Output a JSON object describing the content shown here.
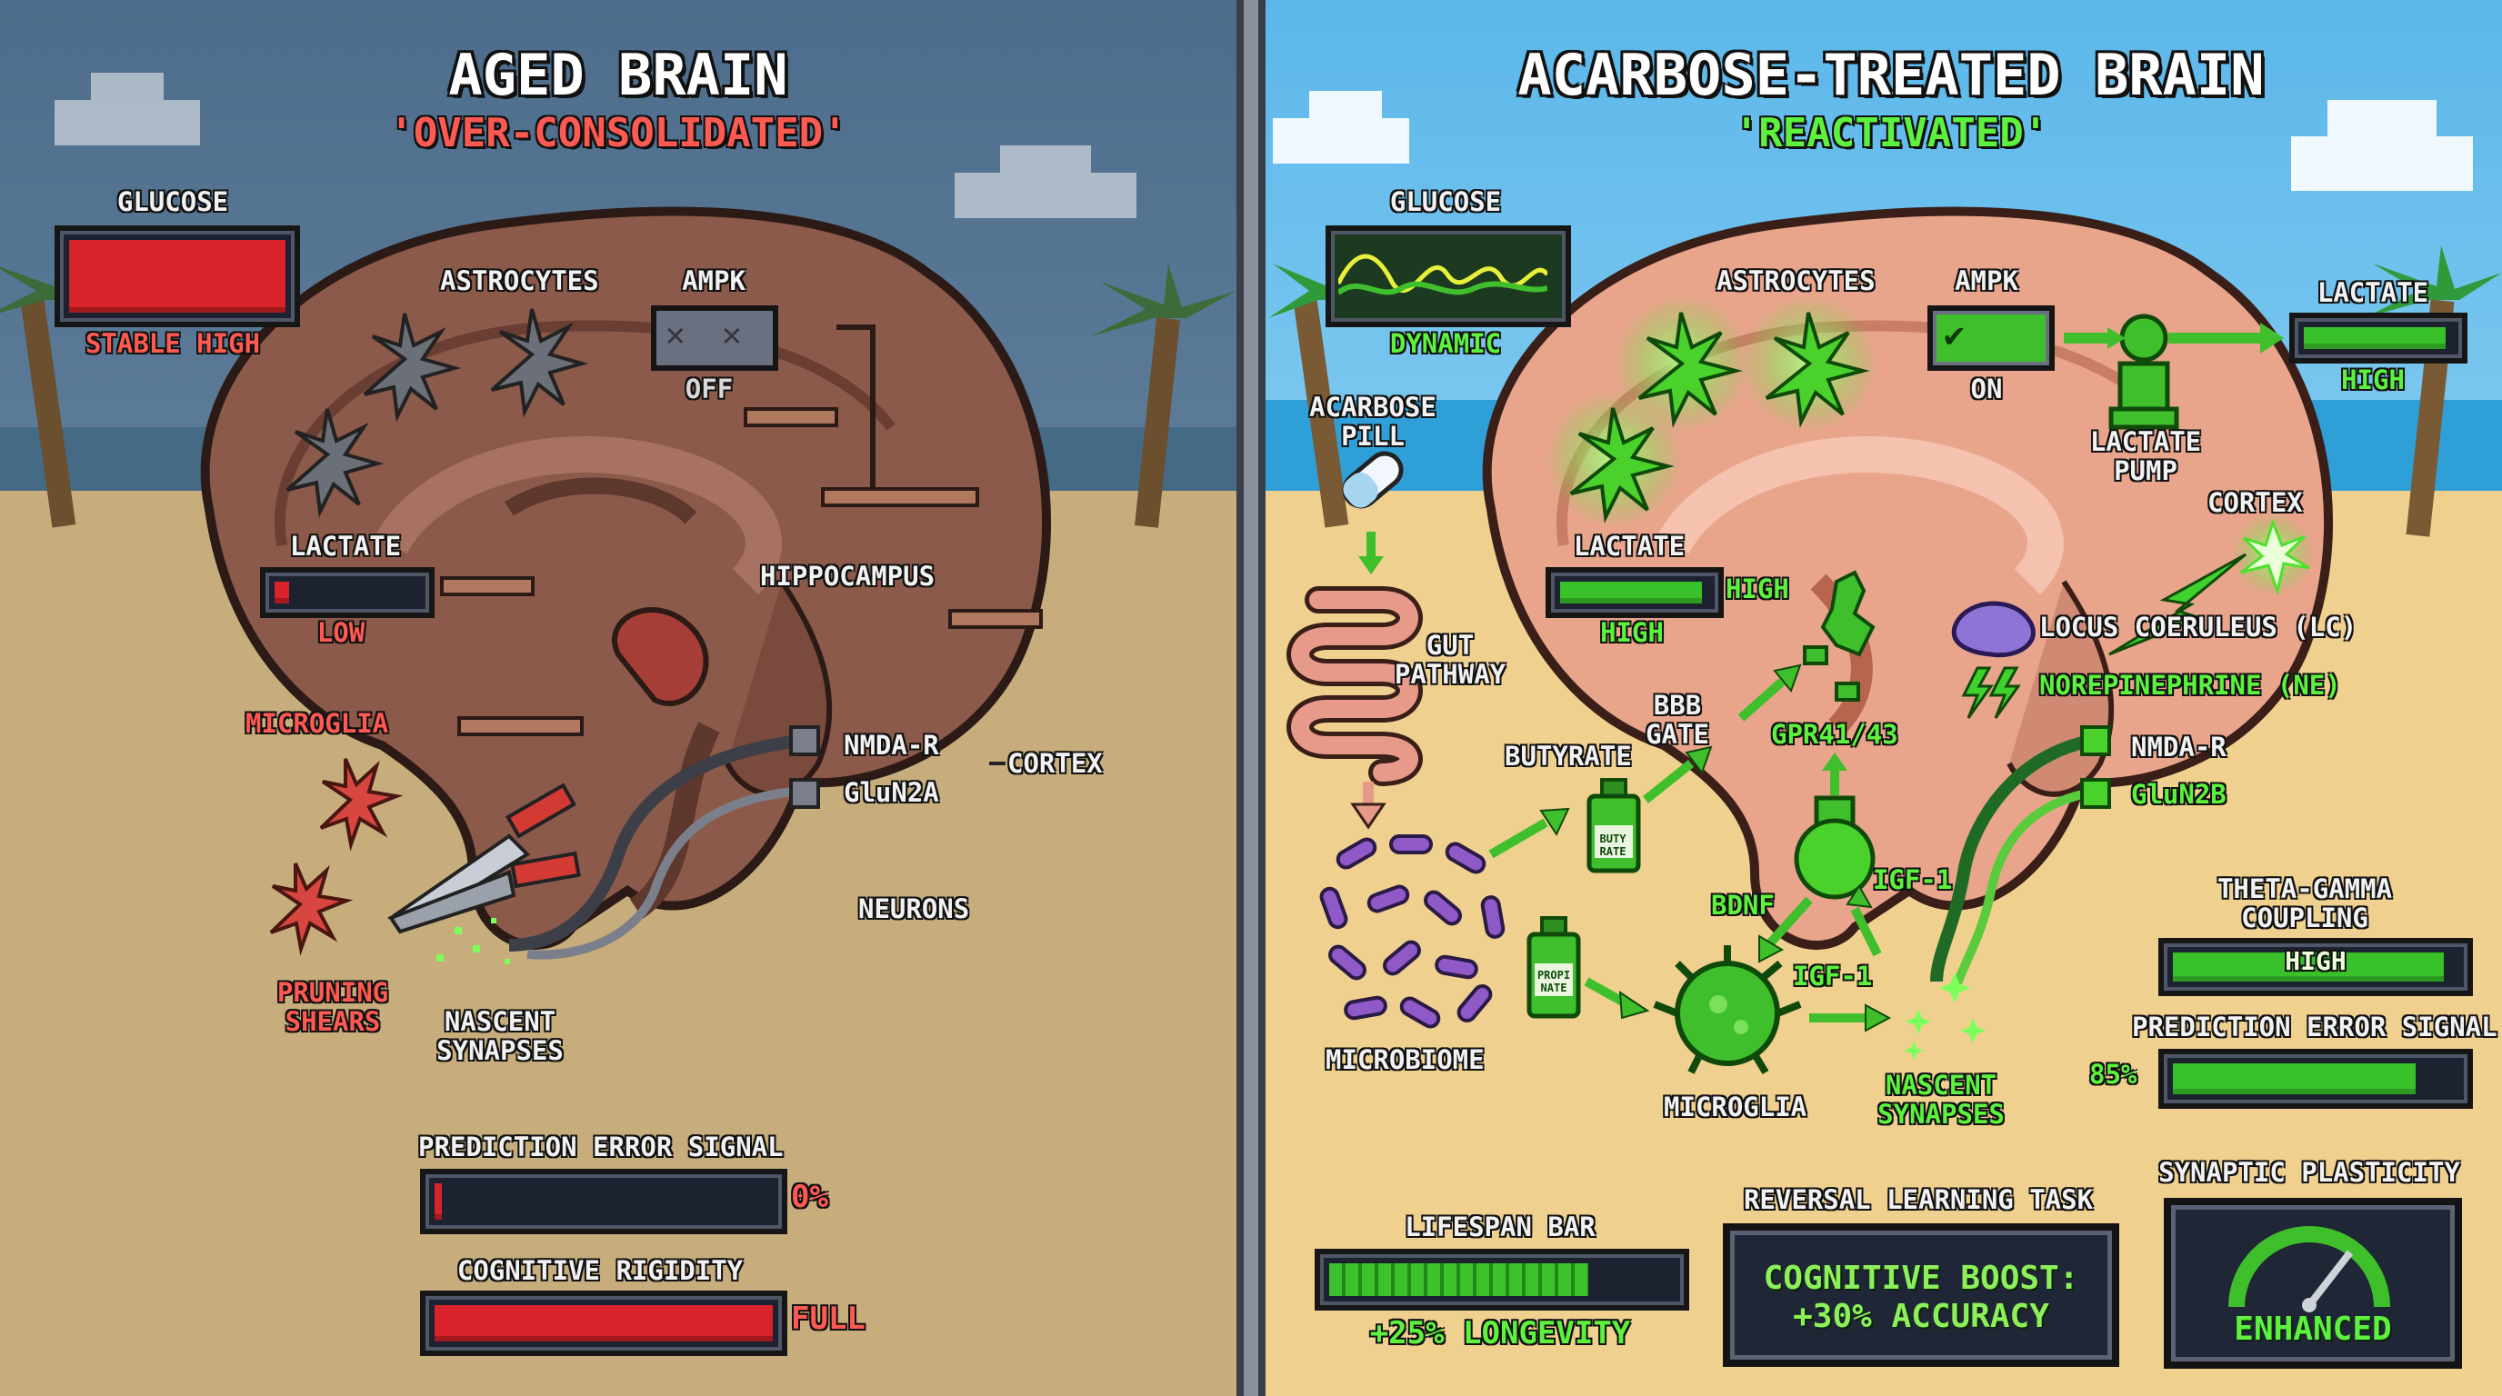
{
  "left": {
    "title": "AGED BRAIN",
    "subtitle": "'OVER-CONSOLIDATED'",
    "glucose": {
      "label": "GLUCOSE",
      "status": "STABLE HIGH",
      "level": 1.0
    },
    "astrocytes": "ASTROCYTES",
    "ampk": {
      "label": "AMPK",
      "status": "OFF"
    },
    "lactate": {
      "label": "LACTATE",
      "status": "LOW",
      "level": 0.1
    },
    "hippocampus": "HIPPOCAMPUS",
    "microglia": "MICROGLIA",
    "nmda": "NMDA-R",
    "glun": "GluN2A",
    "cortex": "CORTEX",
    "neurons": "NEURONS",
    "pruning_shears": "PRUNING SHEARS",
    "nascent_synapses": "NASCENT SYNAPSES",
    "prediction": {
      "label": "PREDICTION ERROR SIGNAL",
      "value": "0%",
      "level": 0.0
    },
    "rigidity": {
      "label": "COGNITIVE RIGIDITY",
      "value": "FULL",
      "level": 1.0
    }
  },
  "right": {
    "title": "ACARBOSE-TREATED BRAIN",
    "subtitle": "'REACTIVATED'",
    "glucose": {
      "label": "GLUCOSE",
      "status": "DYNAMIC"
    },
    "astrocytes": "ASTROCYTES",
    "ampk": {
      "label": "AMPK",
      "status": "ON"
    },
    "lactate_top": {
      "label": "LACTATE",
      "status": "HIGH",
      "level": 0.95
    },
    "lactate_pump": "LACTATE PUMP",
    "cortex": "CORTEX",
    "acarbose_pill": "ACARBOSE PILL",
    "lactate": {
      "label": "LACTATE",
      "status_inline": "HIGH",
      "status": "HIGH",
      "level": 0.95
    },
    "gut_pathway": "GUT PATHWAY",
    "bbb_gate": "BBB GATE",
    "butyrate": "BUTYRATE",
    "butyrate_bottle": "BUTY RATE",
    "propionate_bottle": "PROPI NATE",
    "gpr": "GPR41/43",
    "locus": "LOCUS COERULEUS (LC)",
    "norepinephrine": "NOREPINEPHRINE (NE)",
    "nmda": "NMDA-R",
    "glun": "GluN2B",
    "bdnf": "BDNF",
    "igf1_a": "IGF-1",
    "igf1_b": "IGF-1",
    "microbiome": "MICROBIOME",
    "microglia": "MICROGLIA",
    "nascent_synapses": "NASCENT SYNAPSES",
    "theta": {
      "label": "THETA-GAMMA COUPLING",
      "value": "HIGH",
      "level": 0.95
    },
    "prediction": {
      "label": "PREDICTION ERROR SIGNAL",
      "value": "85%",
      "level": 0.85
    },
    "lifespan": {
      "label": "LIFESPAN BAR",
      "value": "+25% LONGEVITY",
      "level": 0.75
    },
    "reversal": {
      "label": "REVERSAL LEARNING TASK",
      "line1": "COGNITIVE BOOST:",
      "line2": "+30% ACCURACY"
    },
    "plasticity": {
      "label": "SYNAPTIC PLASTICITY",
      "value": "ENHANCED"
    }
  },
  "colors": {
    "aged_accent": "#ff5a52",
    "treated_accent": "#5df23e",
    "aged_sky": "#5f7f9c",
    "treated_sky": "#8fd0f2",
    "sand": "#e8c88a"
  }
}
